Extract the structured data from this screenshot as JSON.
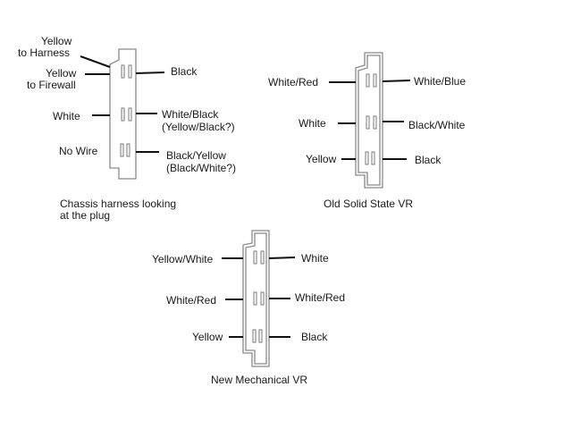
{
  "diagrams": {
    "chassis": {
      "caption_line1": "Chassis harness looking",
      "caption_line2": "at the plug",
      "left": {
        "yellow_harness_1": "Yellow",
        "yellow_harness_2": "to Harness",
        "yellow_firewall_1": "Yellow",
        "yellow_firewall_2": "to Firewall",
        "middle": "White",
        "bottom": "No Wire"
      },
      "right": {
        "top": "Black",
        "middle_1": "White/Black",
        "middle_2": "(Yellow/Black?)",
        "bottom_1": "Black/Yellow",
        "bottom_2": "(Black/White?)"
      }
    },
    "old_vr": {
      "caption": "Old Solid State VR",
      "left": {
        "top": "White/Red",
        "middle": "White",
        "bottom": "Yellow"
      },
      "right": {
        "top": "White/Blue",
        "middle": "Black/White",
        "bottom": "Black"
      }
    },
    "new_vr": {
      "caption": "New Mechanical VR",
      "left": {
        "top": "Yellow/White",
        "middle": "White/Red",
        "bottom": "Yellow"
      },
      "right": {
        "top": "White",
        "middle": "White/Red",
        "bottom": "Black"
      }
    }
  }
}
